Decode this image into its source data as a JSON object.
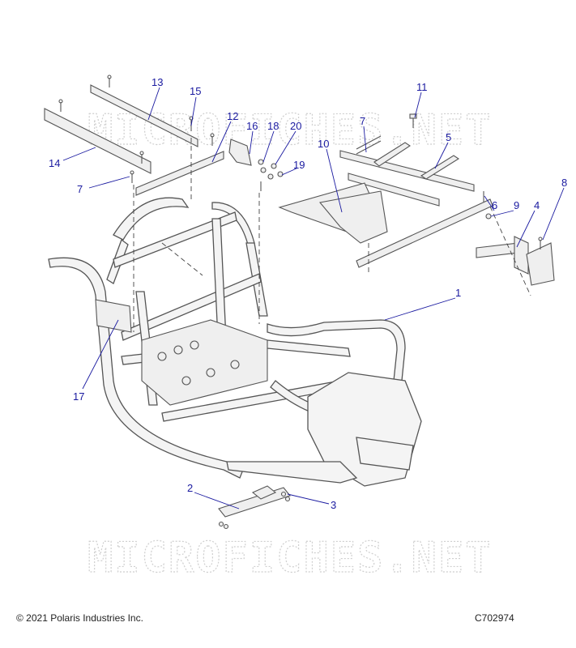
{
  "watermark": {
    "top": "MICROFICHES.NET",
    "bottom": "MICROFICHES.NET"
  },
  "callouts": {
    "c1": "1",
    "c2": "2",
    "c3": "3",
    "c4": "4",
    "c5": "5",
    "c6": "6",
    "c7a": "7",
    "c7b": "7",
    "c8": "8",
    "c9": "9",
    "c10": "10",
    "c11": "11",
    "c12": "12",
    "c13": "13",
    "c14": "14",
    "c15": "15",
    "c16": "16",
    "c17": "17",
    "c18": "18",
    "c19": "19",
    "c20": "20"
  },
  "footer": {
    "copyright": "© 2021 Polaris Industries Inc.",
    "figure_code": "C702974"
  },
  "colors": {
    "callout": "#1a1aa0",
    "line": "#555555",
    "watermark": "#cfcfcf"
  }
}
